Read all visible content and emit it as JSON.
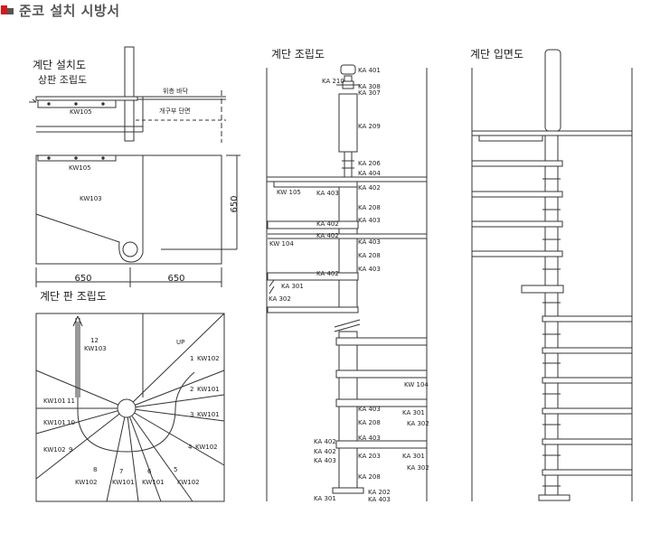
{
  "header": {
    "title": "준코 설치 시방서"
  },
  "install": {
    "title": "계단 설치도",
    "subtitle": "상판 조립도",
    "upper_floor": "위층 바닥",
    "opening_section": "개구부 단면",
    "part_top_kw105": "KW105",
    "part_plan_kw105": "KW105",
    "part_kw103": "KW103",
    "dim_650_right": "650",
    "dim_650_a": "650",
    "dim_650_b": "650"
  },
  "plate": {
    "title": "계단 판 조립도",
    "steps": [
      {
        "no": "12",
        "part": "KW103"
      },
      {
        "no": "1",
        "part": "KW102"
      },
      {
        "no": "2",
        "part": "KW101"
      },
      {
        "no": "3",
        "part": "KW101"
      },
      {
        "no": "4",
        "part": "KW102"
      },
      {
        "no": "5",
        "part": "KW102"
      },
      {
        "no": "6",
        "part": "KW101"
      },
      {
        "no": "7",
        "part": "KW101"
      },
      {
        "no": "8",
        "part": "KW102"
      },
      {
        "no": "9",
        "part": "KW102"
      },
      {
        "no": "10",
        "part": "KW101"
      },
      {
        "no": "11",
        "part": "KW101"
      }
    ],
    "up": "UP"
  },
  "assembly": {
    "title": "계단 조립도",
    "labels": [
      "KA 401",
      "KA 210",
      "KA 308",
      "KA 307",
      "KA 209",
      "KA 206",
      "KA 404",
      "KA 402",
      "KW 105",
      "KA 403",
      "KA 208",
      "KA 402",
      "KA 403",
      "KA 402",
      "KW 104",
      "KA 403",
      "KA 208",
      "KA 402",
      "KA 403",
      "KA 301",
      "KA 302",
      "KW 104",
      "KA 403",
      "KA 301",
      "KA 208",
      "KA 302",
      "KA 402",
      "KA 403",
      "KA 402",
      "KA 203",
      "KA 301",
      "KA 403",
      "KA 302",
      "KA 208",
      "KA 202",
      "KA 301",
      "KA 403"
    ]
  },
  "elevation": {
    "title": "계단 입면도"
  }
}
